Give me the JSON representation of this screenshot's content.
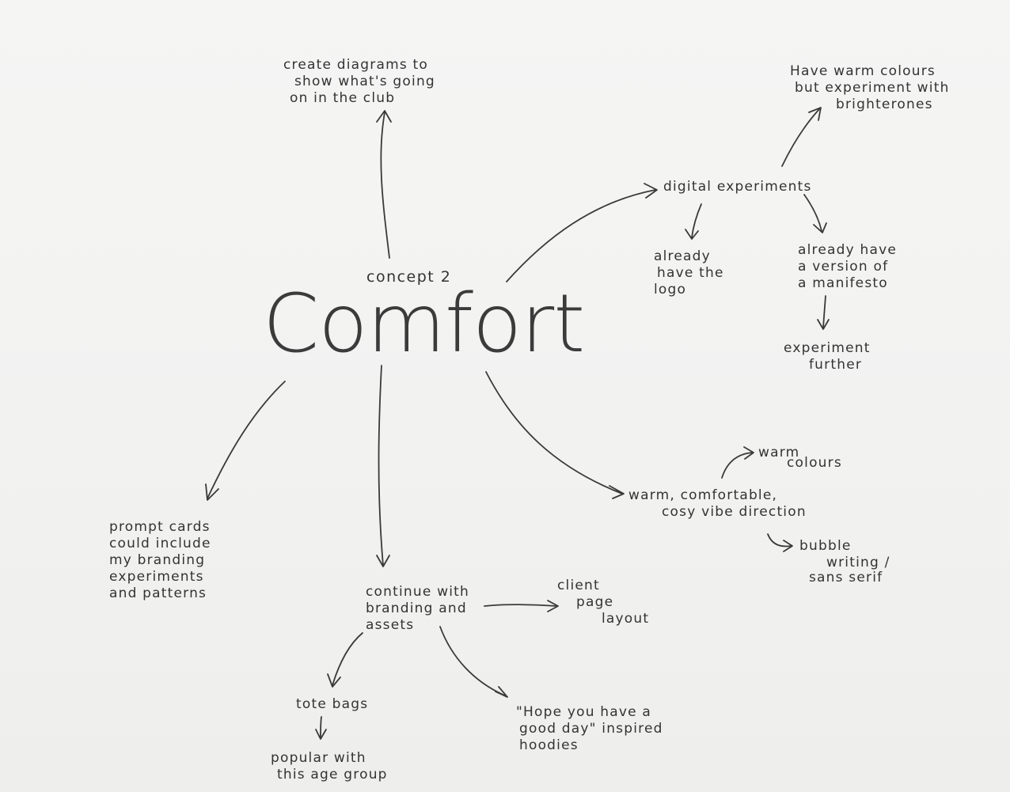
{
  "center": {
    "subtitle": "concept 2",
    "title": "Comfort"
  },
  "nodes": {
    "diagrams": [
      "create diagrams to",
      "show what's going",
      "on in the club"
    ],
    "digital": [
      "digital experiments"
    ],
    "warm_colours_bright": [
      "Have warm colours",
      "but experiment with",
      "brighterones"
    ],
    "logo": [
      "already",
      "have the",
      "logo"
    ],
    "manifesto": [
      "already have",
      "a version of",
      "a manifesto"
    ],
    "experiment_further": [
      "experiment",
      "further"
    ],
    "prompt_cards": [
      "prompt cards",
      "could include",
      "my branding",
      "experiments",
      "and patterns"
    ],
    "vibe": [
      "warm, comfortable,",
      "cosy vibe direction"
    ],
    "warm_colours": [
      "warm",
      "colours"
    ],
    "bubble": [
      "bubble",
      "writing /",
      "sans serif"
    ],
    "branding": [
      "continue with",
      "branding and",
      "assets"
    ],
    "client_page": [
      "client",
      "page",
      "layout"
    ],
    "tote": [
      "tote bags"
    ],
    "popular": [
      "popular with",
      "this age group"
    ],
    "hoodies": [
      "\"Hope you have a",
      "good day\" inspired",
      "hoodies"
    ]
  }
}
